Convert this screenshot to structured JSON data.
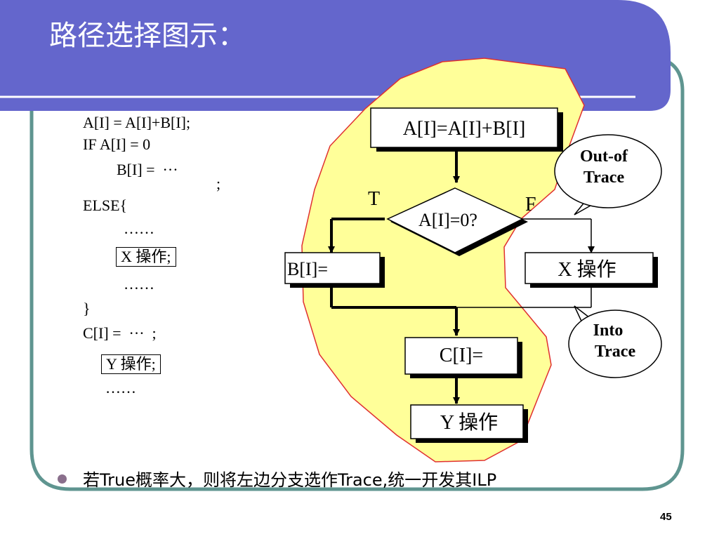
{
  "slide": {
    "title": "路径选择图示：",
    "page_number": "45",
    "bullet": "若True概率大，则将左边分支选作Trace,统一开发其ILP"
  },
  "code": {
    "line1": "A[I] = A[I]+B[I];",
    "line2": "IF A[I] = 0",
    "line3": "B[I] =  ···",
    "line3_semicolon": ";",
    "line4": "ELSE{",
    "line5": "……",
    "line6": "X 操作;",
    "line7": "……",
    "line8": "}",
    "line9": "C[I] =  ···  ;",
    "line10": "Y 操作;",
    "line11": "……"
  },
  "flow": {
    "box_top": "A[I]=A[I]+B[I]",
    "diamond": "A[I]=0?",
    "label_true": "T",
    "label_false": "F",
    "box_b": "B[I]=",
    "box_x": "X 操作",
    "box_c": "C[I]=",
    "box_y": "Y 操作",
    "callout_out_line1": "Out-of",
    "callout_out_line2": "Trace",
    "callout_into_line1": "Into",
    "callout_into_line2": "Trace"
  },
  "colors": {
    "header": "#6466cc",
    "frame": "#5f9590",
    "trace_fill": "#ffff99",
    "trace_stroke": "#e03030",
    "bullet": "#8a6f8c"
  }
}
